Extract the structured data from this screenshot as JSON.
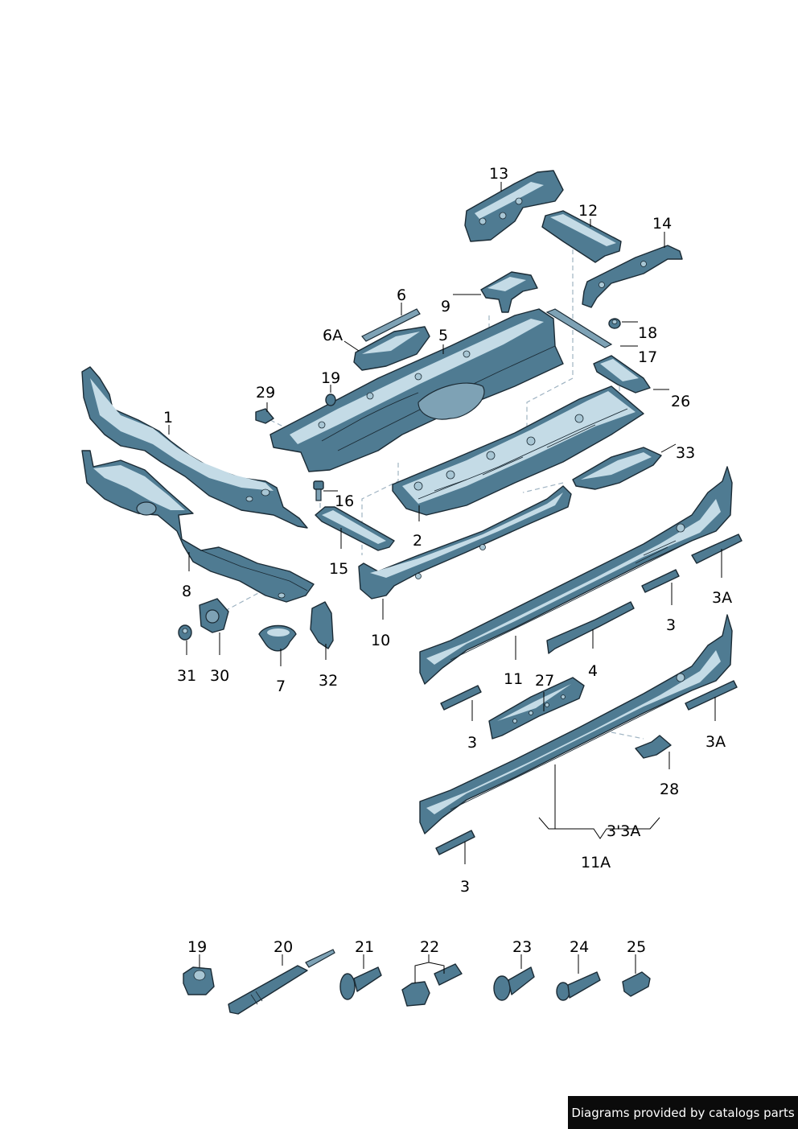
{
  "diagram": {
    "callouts": [
      "13",
      "12",
      "14",
      "6",
      "9",
      "6A",
      "5",
      "18",
      "17",
      "19",
      "26",
      "29",
      "1",
      "33",
      "16",
      "2",
      "15",
      "8",
      "10",
      "3A",
      "31",
      "30",
      "7",
      "32",
      "3",
      "11",
      "27",
      "4",
      "3",
      "3A",
      "28",
      "3'3A",
      "11A",
      "3"
    ],
    "hardware_labels": [
      "19",
      "20",
      "21",
      "22",
      "23",
      "24",
      "25"
    ]
  },
  "footer": {
    "text": "Diagrams provided by catalogs parts"
  },
  "colors": {
    "part_fill": "#4f7b92",
    "part_outline": "#1b2b35",
    "dash_lines": "#9fb3c2",
    "banner_bg": "#0b0b0b"
  }
}
